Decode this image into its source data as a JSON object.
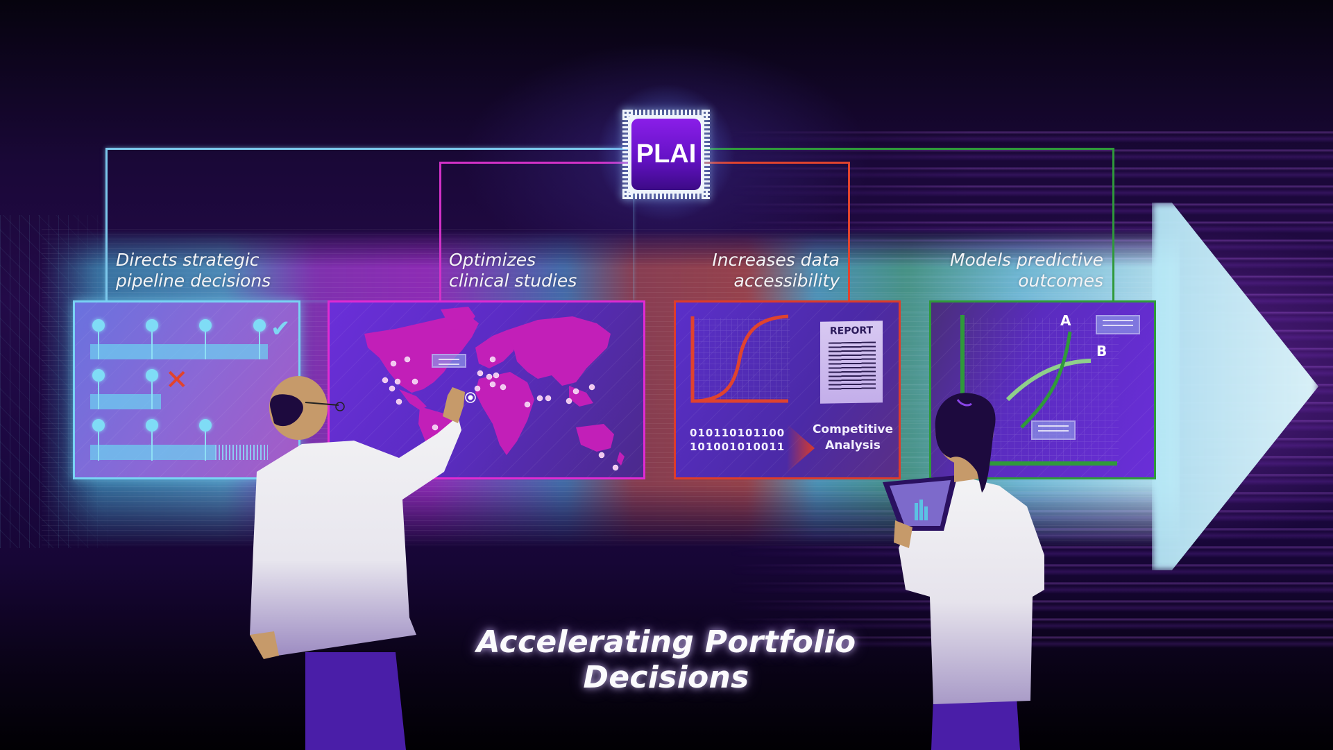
{
  "chip": {
    "label": "PLAI",
    "icon": "processor-chip-icon"
  },
  "connectors": [
    {
      "color": "#7cc8ec",
      "target": "pipeline"
    },
    {
      "color": "#d231c7",
      "target": "clinical"
    },
    {
      "color": "#e0432e",
      "target": "data"
    },
    {
      "color": "#2f9a3a",
      "target": "predictive"
    }
  ],
  "panels": [
    {
      "id": "pipeline",
      "label_line1": "Directs strategic",
      "label_line2": "pipeline decisions",
      "border_color": "#79d3f4",
      "icons": [
        "timeline-icon",
        "check-icon",
        "x-icon"
      ],
      "check_glyph": "✔",
      "x_glyph": "✕"
    },
    {
      "id": "clinical",
      "label_line1": "Optimizes",
      "label_line2": "clinical studies",
      "border_color": "#e02bd2",
      "icons": [
        "world-map-icon",
        "location-pin-icon"
      ]
    },
    {
      "id": "data",
      "label_line1": "Increases data",
      "label_line2": "accessibility",
      "border_color": "#de3c2a",
      "report_title": "REPORT",
      "binary_line1": "010110101100",
      "binary_line2": "101001010011",
      "output_line1": "Competitive",
      "output_line2": "Analysis",
      "icons": [
        "s-curve-chart-icon",
        "report-document-icon",
        "arrow-right-icon"
      ]
    },
    {
      "id": "predictive",
      "label_line1": "Models predictive",
      "label_line2": "outcomes",
      "border_color": "#2f9a3a",
      "curve_a_label": "A",
      "curve_b_label": "B",
      "icons": [
        "line-chart-icon"
      ]
    }
  ],
  "title": "Accelerating Portfolio Decisions",
  "colors": {
    "background": "#1a0838",
    "accent_purple": "#6512c6",
    "arrow_glow": "#bfe8f5"
  }
}
